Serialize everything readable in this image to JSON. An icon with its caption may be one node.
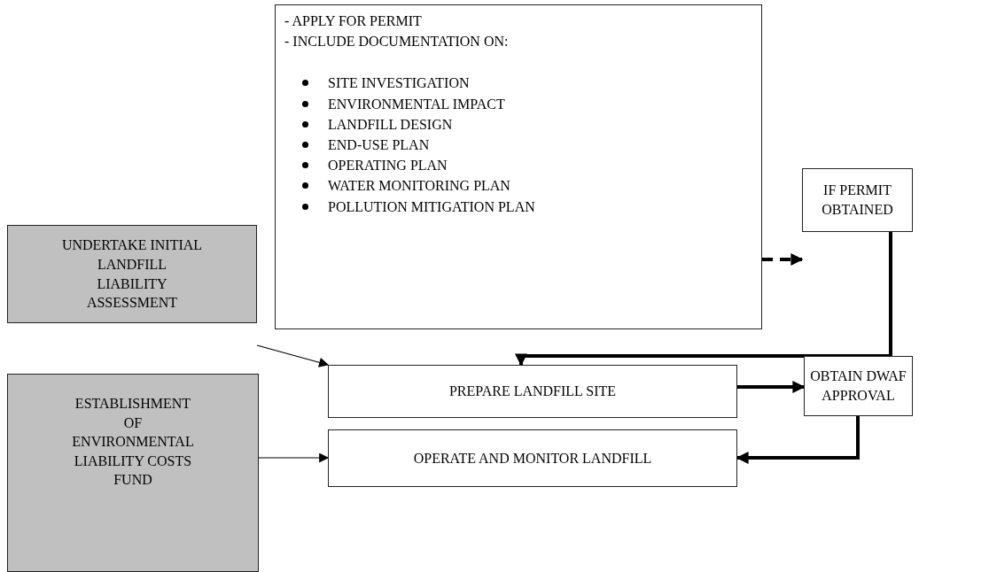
{
  "diagram": {
    "nodes": [
      {
        "text": [
          "- APPLY FOR PERMIT",
          "- INCLUDE DOCUMENTATION ON:",
          "SITE INVESTIGATION",
          "ENVIRONMENTAL IMPACT",
          "LANDFILL DESIGN",
          "END-USE PLAN",
          "OPERATING PLAN",
          "WATER MONITORING PLAN",
          "POLLUTION MITIGATION PLAN"
        ]
      },
      {
        "text": [
          "IF PERMIT OBTAINED"
        ]
      },
      {
        "text": [
          "UNDERTAKE INITIAL LANDFILL LIABILITY ASSESSMENT"
        ]
      },
      {
        "text": [
          "PREPARE LANDFILL SITE"
        ]
      },
      {
        "text": [
          "OBTAIN DWAF APPROVAL"
        ]
      },
      {
        "text": [
          "ESTABLISHMENT OF ENVIRONMENTAL LIABILITY COSTS FUND"
        ]
      },
      {
        "text": [
          "OPERATE AND MONITOR LANDFILL"
        ]
      }
    ],
    "edges": [
      {
        "from": 0,
        "to": 1,
        "arrow": "to",
        "style": "dashed"
      },
      {
        "from": 1,
        "to": 3,
        "arrow": "to"
      },
      {
        "from": 2,
        "to": 3,
        "arrow": "to"
      },
      {
        "from": 3,
        "to": 4,
        "arrow": "to"
      },
      {
        "from": 4,
        "to": 6,
        "arrow": "to"
      },
      {
        "from": 5,
        "to": 6,
        "arrow": "to"
      }
    ]
  }
}
